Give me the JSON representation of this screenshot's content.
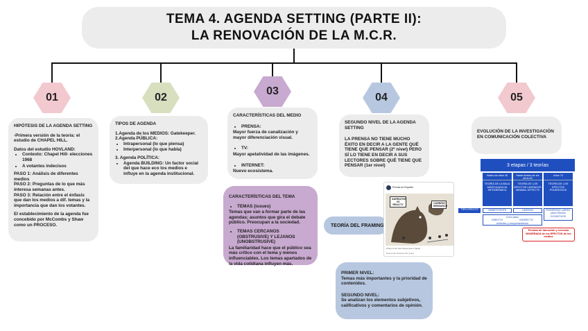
{
  "title": {
    "line1": "TEMA  4. AGENDA SETTING (PARTE II):",
    "line2": "LA RENOVACIÓN DE LA M.C.R."
  },
  "colors": {
    "pink": "#f2c9cf",
    "green": "#d7dfbf",
    "purple": "#c8a9cf",
    "blue": "#b7c7e0",
    "gray": "#ececec"
  },
  "nodes": [
    {
      "number": "01",
      "color": "#f2c9cf"
    },
    {
      "number": "02",
      "color": "#d7dfbf"
    },
    {
      "number": "03",
      "color": "#c8a9cf"
    },
    {
      "number": "04",
      "color": "#b7c7e0"
    },
    {
      "number": "05",
      "color": "#f2c9cf"
    }
  ],
  "card1": {
    "heading": "HIPÓTESIS DE LA AGENDA SETTING",
    "intro": "-Primera versión de la teoría: el estudio de CHAPEL HILL.",
    "hovland": "Datos del estudio HOVLAND:",
    "bullets": [
      "Contexto: Chapel Hill- elecciones 1968",
      "A votantes indecisos"
    ],
    "paso1": "PASO 1: Análisis de diferentes medios",
    "paso2": "PASO 2: Preguntas de lo que más interesa semanas antes.",
    "paso3": "PASO 3: Relación entre el énfasis que dan los medios a dif. temas y la importancia que dan los votantes.",
    "closing": "El establecimiento de la agenda fue concebido por McCombs y Shaw como un PROCESO."
  },
  "card2": {
    "heading": "TIPOS DE AGENDA",
    "item1": "1.Agenda de los MEDIOS: Gatekeeper.",
    "item2": "2.Agenda PÚBLICA:",
    "item2_bullets": [
      "Intrapersonal (lo que piensa)",
      "Interpersonal (lo que habla)"
    ],
    "item3": "3. Agenda POLÍTICA:",
    "item3_bullets": [
      "Agenda BUILDING: Un factor social del que hace eco los medios e influye en la agenda institucional."
    ]
  },
  "card3": {
    "heading": "CARACTERÍSTICAS DEL MEDIO",
    "prensa_label": "PRENSA:",
    "prensa_text": "Mayor fuerza de canalización y mayor diferenciación visual.",
    "tv_label": "TV:",
    "tv_text": "Mayor apelatividad de las imágenes.",
    "internet_label": "INTERNET:",
    "internet_text": "Nuevo ecosistema."
  },
  "card3b": {
    "heading": "CARACTERÍSTICAS DEL TEMA",
    "temas_label": "TEMAS (issues)",
    "temas_text": "Temas que van a formar parte de las agendas; asuntos que gira el debate público. Preocupan a la sociedad.",
    "cercanos_label": "TEMAS CERCANOS (OBSTRUSIVE) Y LEJANOS (UNOBSTRUSIVE)",
    "cercanos_text": "La familiaridad hace que el público sea más crítico con el tema y menos influenciables. Los temas apartados de la vida cotidiana influyen más."
  },
  "card4": {
    "heading": "SEGUNDO NIVEL DE LA AGENDA SETTING",
    "text": "LA PRENSA NO TIENE MUCHO ÉXITO EN DECIR A LA GENTE QUÉ TIENE QUE PENSAR (2º nivel) PERO SÍ LO TIENE EN DECIR A SUS LECTORES SOBRE QUÉ TIENE QUE PENSAR (1er nivel)"
  },
  "framing": {
    "label": "TEORÍA DEL FRAMING"
  },
  "card4b": {
    "primer_label": "PRIMER NIVEL:",
    "primer_text": "Temas más importantes y la prioridad de contenidos.",
    "segundo_label": "SEGUNDO NIVEL:",
    "segundo_text": "Se analizan los elementos subjetivos, calificativos y comentarios de opinión."
  },
  "card5": {
    "heading": "EVOLUCIÓN DE LA INVESTIGACIÓN EN COMUNICACIÓN COLECTIVA"
  },
  "tweet": {
    "account": "Prensa en España",
    "sign_left": "NARRATIVE VS REALITY",
    "sign_right": "CURRENT RESEARCH",
    "caption": "Pretty much how things look in Spain",
    "footer": "Responder   Retweet   Me gusta"
  },
  "stages": {
    "title": "3 etapas / 3 teorías",
    "col1_head": "Hasta los años 40",
    "col1_body": "TEORÍA DE LA BALA MÁGICA/AGUJA HIPODÉRMICA",
    "col2_head": "Hasta finales de los años 60",
    "col2_body": "TEORÍA DE LOS EFECTOS LIMITADOS MINIMAL EFFECTS",
    "col3_head": "Años 70",
    "col3_body": "TEORÍA DE LOS EFECTOS PODEROSOS",
    "tipo": "TIPO EFECTO",
    "omni": "OMNIPOTENTE",
    "limitado": "LIMITADO",
    "poderoso": "PODEROSO LARGO plazo Efectos COGNITIVOS",
    "directo": "DIRECTO",
    "corto": "Corto plazo",
    "indirecto": "INDIRECTO",
    "actitudes": "Actitudes y comportamientos",
    "periodo": "Periodo de transición y creencia MODERADA de los EFECTOS de los medios"
  }
}
